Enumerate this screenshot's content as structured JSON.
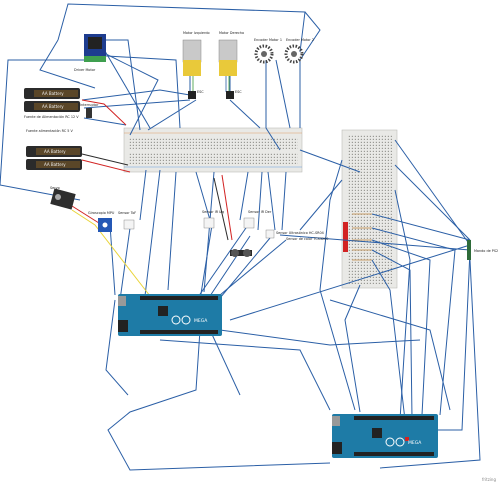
{
  "labels": {
    "batt_a": "AA Battery",
    "batt_b": "AA Battery",
    "batt_c": "AA Battery",
    "batt_d": "AA Battery",
    "motor_left": "Motor Izquierdo",
    "motor_right": "Motor Derecho",
    "encoder_left": "Encoder Motor 1",
    "encoder_right": "Encoder Motor 2",
    "driver_label": "Driver Motor",
    "switch_label": "Interruptor",
    "psu_12": "Fuente de Alimentación RC 12 V",
    "psu_5": "Fuente alimentación RC 5 V",
    "servo": "Servo",
    "gyro": "Giroscopio MPU",
    "tof": "Sensor ToF",
    "ir_left": "Sensor IR Izq",
    "ir_right": "Sensor IR Der",
    "ultrasonic": "Sensor Ultrasónico HC-SR04",
    "color_sensor": "Sensor de color TCS3200",
    "ps2": "Mando de PS2",
    "esc1": "ESC",
    "esc2": "ESC",
    "mega_top_logo": "MEGA",
    "mega_bottom_logo": "MEGA",
    "fritzing": "fritzing"
  },
  "colors": {
    "wire": "#2b5fa6",
    "red_wire": "#d22323",
    "yellow_wire": "#e9d43a",
    "breadboard": "#e9e9e6",
    "arduino": "#1e7ba6",
    "battery": "#2b2b2b",
    "motor": "#c9c9c9"
  }
}
